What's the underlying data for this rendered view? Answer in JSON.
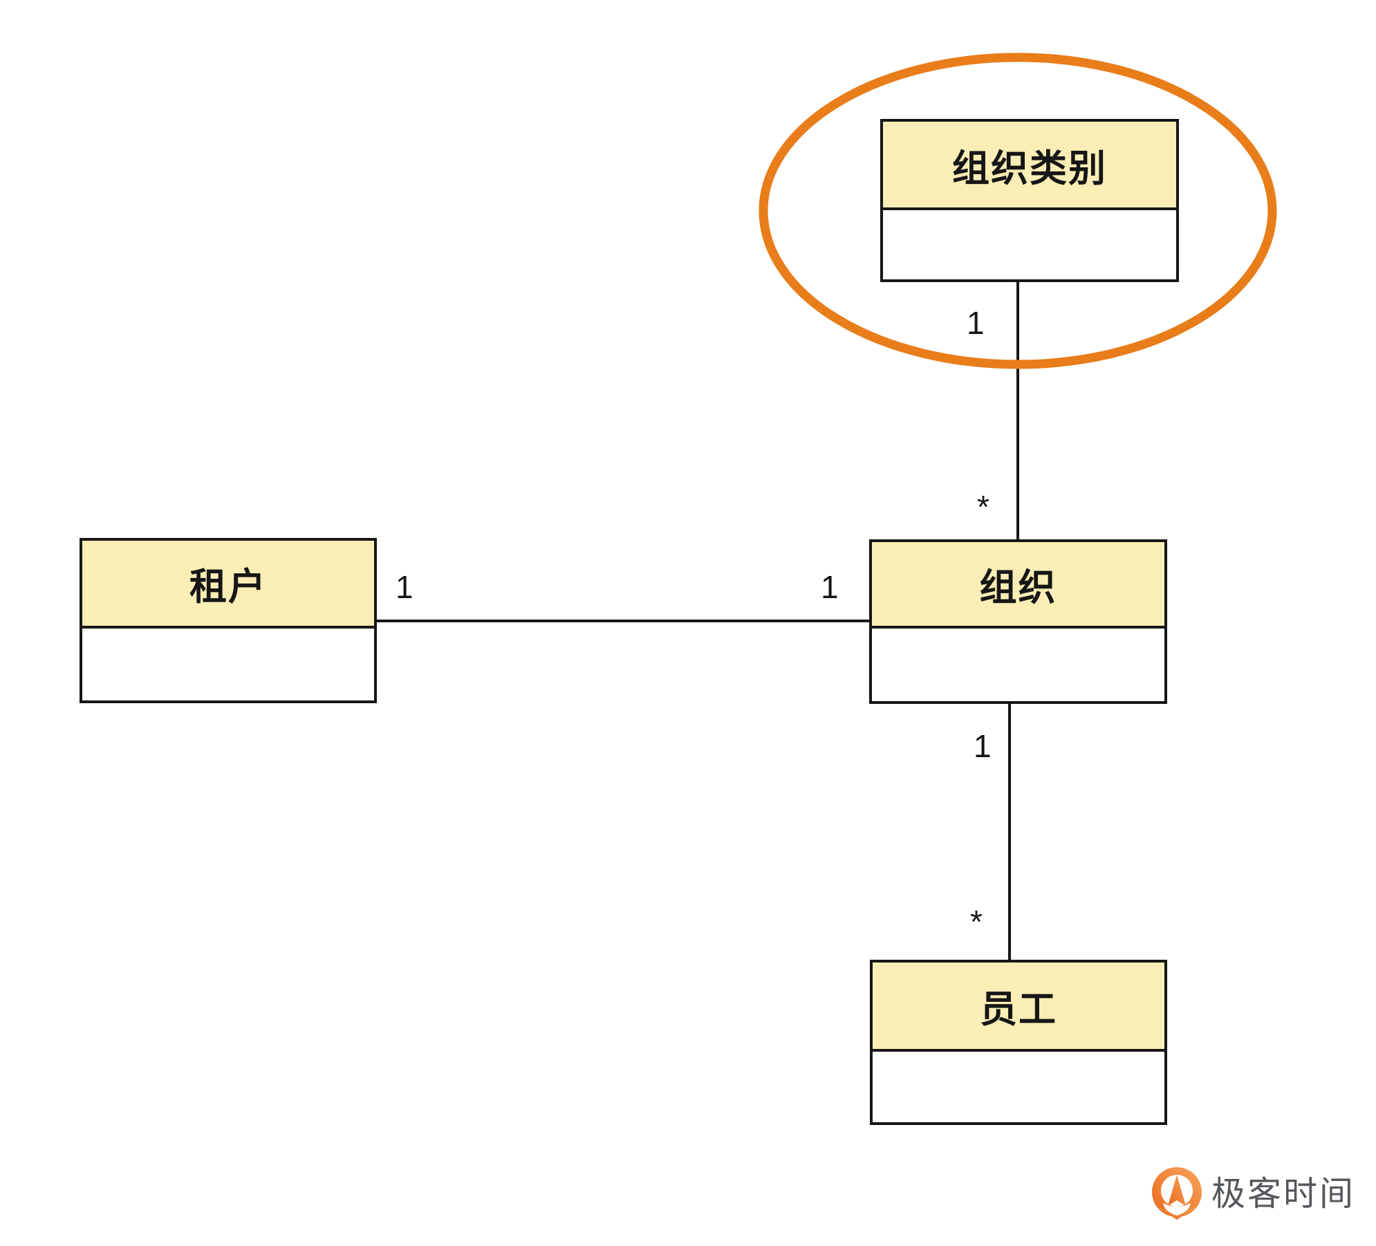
{
  "diagram": {
    "classes": [
      {
        "id": "org-category",
        "title": "组织类别",
        "compartments": [
          ""
        ]
      },
      {
        "id": "tenant",
        "title": "租户",
        "compartments": [
          ""
        ]
      },
      {
        "id": "org",
        "title": "组织",
        "compartments": [
          ""
        ]
      },
      {
        "id": "employee",
        "title": "员工",
        "compartments": [
          ""
        ]
      }
    ],
    "associations": [
      {
        "from": "org-category",
        "to": "org",
        "from_multiplicity": "1",
        "to_multiplicity": "*"
      },
      {
        "from": "tenant",
        "to": "org",
        "from_multiplicity": "1",
        "to_multiplicity": "1"
      },
      {
        "from": "org",
        "to": "employee",
        "from_multiplicity": "1",
        "to_multiplicity": "*"
      }
    ],
    "annotation": {
      "type": "highlight-ellipse",
      "target": "org-category"
    },
    "colors": {
      "class_header_fill": "#FAEDB5",
      "class_body_fill": "#FFFFFF",
      "ink": "#161616",
      "highlight": "#E87D1A",
      "background": "#FFFFFF"
    }
  },
  "multiplicity_labels": [
    {
      "text": "1",
      "at": "org-category-bottom-end"
    },
    {
      "text": "*",
      "at": "org-top-end"
    },
    {
      "text": "1",
      "at": "tenant-right-end"
    },
    {
      "text": "1",
      "at": "org-left-end"
    },
    {
      "text": "1",
      "at": "org-bottom-end"
    },
    {
      "text": "*",
      "at": "employee-top-end"
    }
  ],
  "branding": {
    "logo_text": "极客时间",
    "logo_text_color": "#54575B",
    "logo_icon_color": "#ED702D"
  }
}
